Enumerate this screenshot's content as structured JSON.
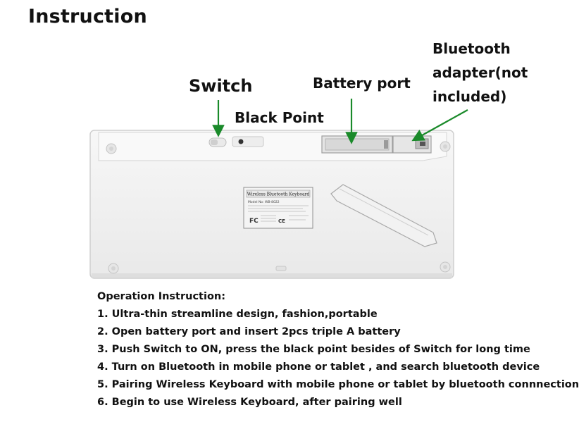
{
  "title": "Instruction",
  "callouts": {
    "switch": "Switch",
    "battery_port": "Battery port",
    "black_point": "Black Point",
    "bluetooth_adapter": "Bluetooth adapter(not included)"
  },
  "label_sticker": {
    "title": "Wireless Bluetooth Keyboard",
    "model": "Model No: WB-8022",
    "fc": "FC",
    "ce": "CE"
  },
  "instructions": {
    "heading": "Operation Instruction:",
    "items": [
      "1. Ultra-thin streamline design, fashion,portable",
      "2. Open battery port and insert 2pcs triple A battery",
      "3. Push Switch to ON, press the black point besides of Switch for long time",
      "4. Turn on Bluetooth in mobile phone or tablet , and search bluetooth device",
      "5. Pairing Wireless Keyboard with mobile phone or tablet by bluetooth connnection",
      "6. Begin to use Wireless Keyboard, after pairing well"
    ]
  },
  "colors": {
    "arrow": "#1a8a2a",
    "keyboard_body": "#f3f3f3"
  }
}
